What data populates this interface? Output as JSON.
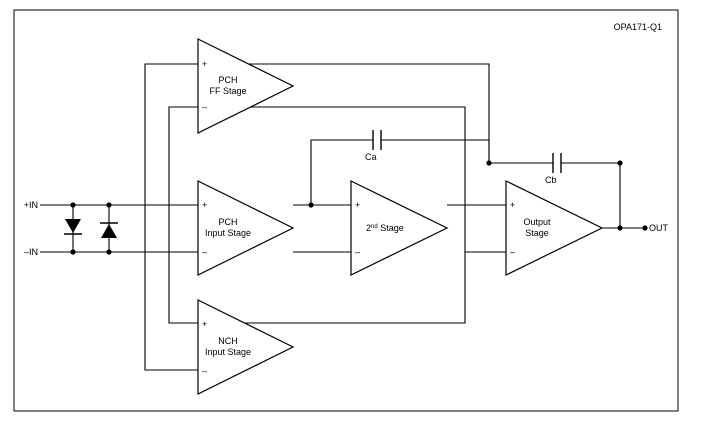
{
  "part_number": "OPA171-Q1",
  "pins": {
    "in_plus": "+IN",
    "in_minus": "–IN",
    "out": "OUT"
  },
  "stages": {
    "pch_ff": [
      "PCH",
      "FF Stage"
    ],
    "pch_input": [
      "PCH",
      "Input Stage"
    ],
    "nch_input": [
      "NCH",
      "Input Stage"
    ],
    "second": {
      "main": "2",
      "sup": "nd",
      "rest": " Stage"
    },
    "output": [
      "Output",
      "Stage"
    ]
  },
  "capacitors": {
    "ca": "Ca",
    "cb": "Cb"
  },
  "signs": {
    "plus": "+",
    "minus": "–"
  }
}
